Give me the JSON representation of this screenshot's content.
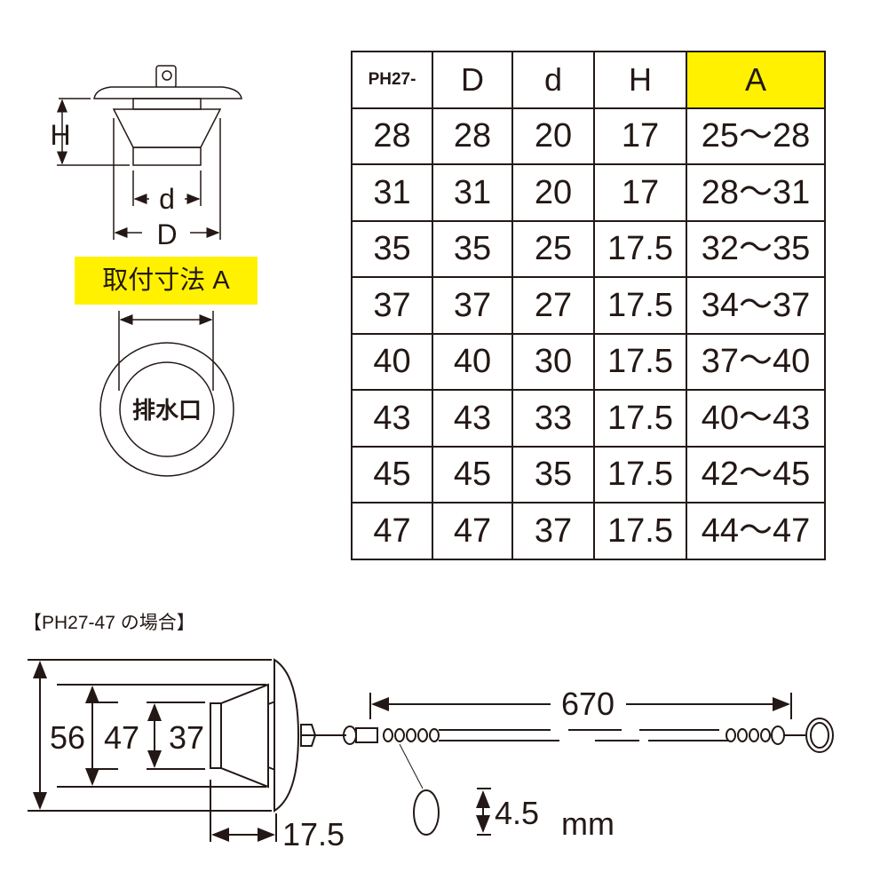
{
  "diagram_top": {
    "dim_h": "H",
    "dim_d_small": "d",
    "dim_d_large": "D",
    "mount_label": "取付寸法 A",
    "drain_label": "排水口",
    "highlight_color": "#fff100"
  },
  "table": {
    "headers": [
      "PH27-",
      "D",
      "d",
      "H",
      "A"
    ],
    "rows": [
      [
        "28",
        "28",
        "20",
        "17",
        "25～28"
      ],
      [
        "31",
        "31",
        "20",
        "17",
        "28～31"
      ],
      [
        "35",
        "35",
        "25",
        "17.5",
        "32～35"
      ],
      [
        "37",
        "37",
        "27",
        "17.5",
        "34～37"
      ],
      [
        "40",
        "40",
        "30",
        "17.5",
        "37～40"
      ],
      [
        "43",
        "43",
        "33",
        "17.5",
        "40～43"
      ],
      [
        "45",
        "45",
        "35",
        "17.5",
        "42～45"
      ],
      [
        "47",
        "47",
        "37",
        "17.5",
        "44～47"
      ]
    ]
  },
  "diagram_bottom": {
    "case_label": "【PH27-47 の場合】",
    "dim_56": "56",
    "dim_47": "47",
    "dim_37": "37",
    "dim_17_5": "17.5",
    "chain_length": "670",
    "ball_size": "4.5",
    "unit": "mm"
  }
}
